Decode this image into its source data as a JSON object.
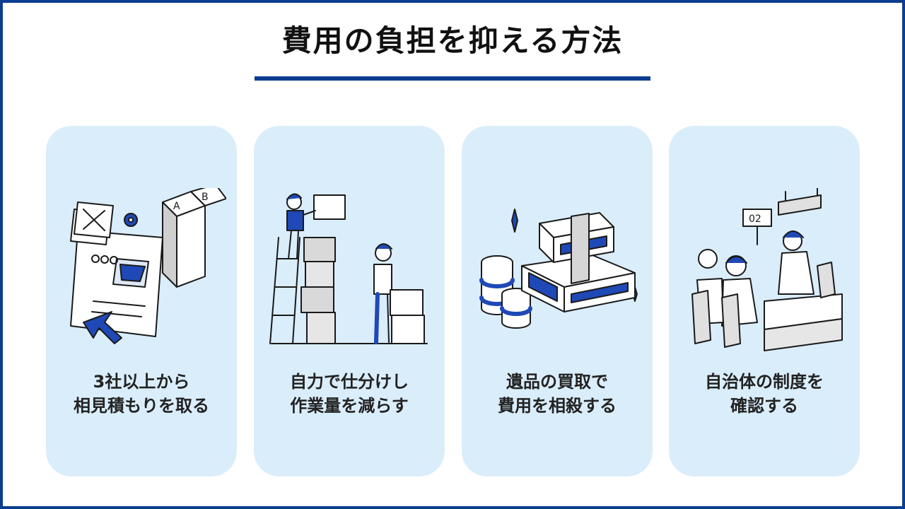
{
  "title": "費用の負担を抑える方法",
  "colors": {
    "accent": "#0b3d91",
    "card_bg": "#daedfb"
  },
  "cards": [
    {
      "lines": [
        "3社以上から",
        "相見積もりを取る"
      ],
      "icon": "comparison-documents-icon",
      "labels": [
        "A",
        "B"
      ]
    },
    {
      "lines": [
        "自力で仕分けし",
        "作業量を減らす"
      ],
      "icon": "people-stacking-boxes-icon"
    },
    {
      "lines": [
        "遺品の買取で",
        "費用を相殺する"
      ],
      "icon": "money-stack-icon"
    },
    {
      "lines": [
        "自治体の制度を",
        "確認する"
      ],
      "icon": "municipal-office-counter-icon",
      "sign": "02"
    }
  ]
}
